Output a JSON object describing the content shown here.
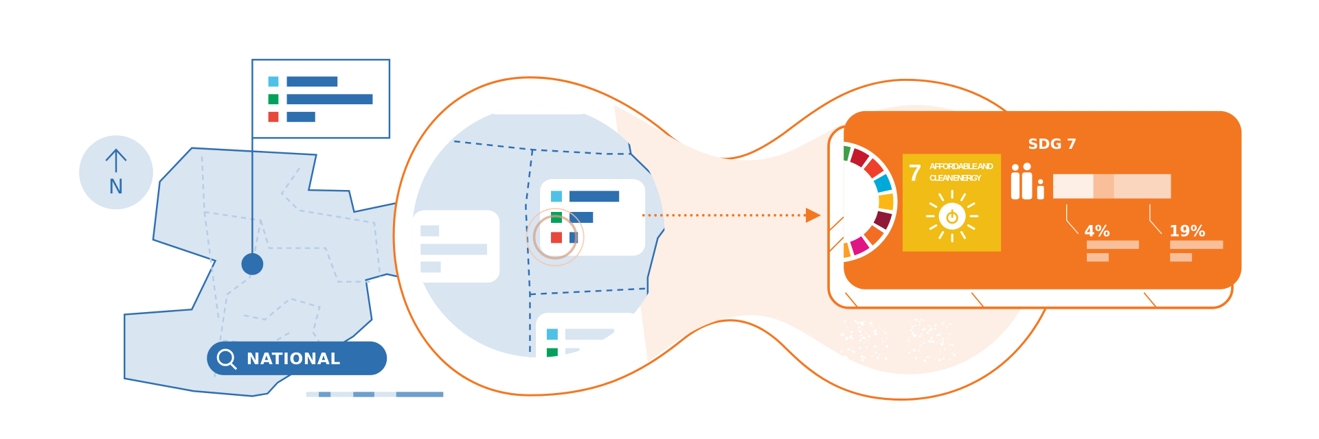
{
  "colors": {
    "blue": "#2e6fb0",
    "light_blue_fill": "#d9e5f1",
    "orange": "#f37721",
    "peach": "#fdefe6",
    "sdg7_yellow": "#f0bc15",
    "legend_cyan": "#4fc1e6",
    "legend_green": "#00a15c",
    "legend_red": "#e8473b"
  },
  "compass": {
    "label": "N"
  },
  "flag_legend": {
    "items": [
      {
        "color": "#4fc1e6",
        "value": 0.59
      },
      {
        "color": "#00a15c",
        "value": 1.0
      },
      {
        "color": "#e8473b",
        "value": 0.33
      }
    ]
  },
  "national_search": {
    "label": "NATIONAL"
  },
  "sdg_card": {
    "title": "SDG 7",
    "goal_number": "7",
    "goal_line1": "AFFORDABLE AND",
    "goal_line2": "CLEAN ENERGY",
    "stat_left": "4%",
    "stat_right": "19%"
  },
  "sdg_wheel_colors": [
    "#3f9e48",
    "#c5192d",
    "#ef402b",
    "#00a9d8",
    "#fdb714",
    "#8f1838",
    "#f36d25",
    "#e11484",
    "#fd9d24"
  ]
}
